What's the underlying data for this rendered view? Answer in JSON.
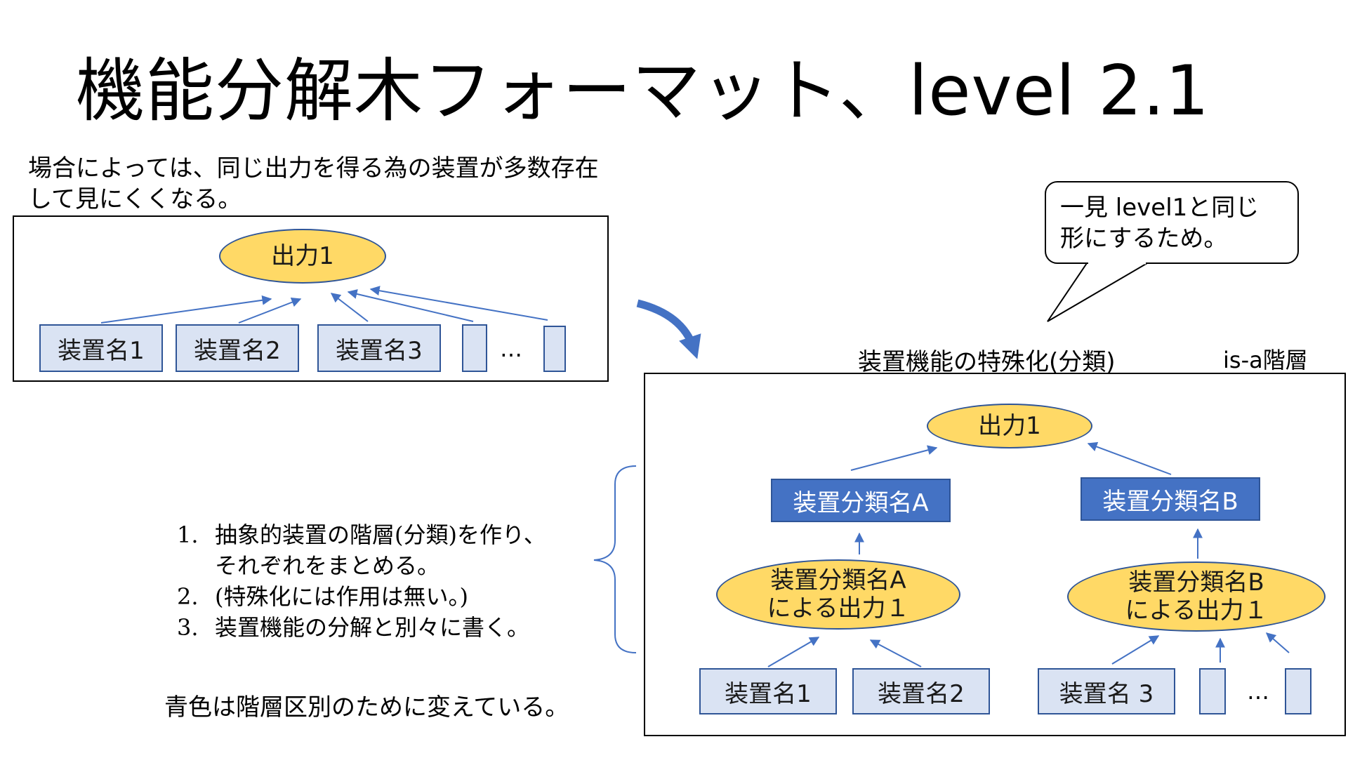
{
  "title": "機能分解木フォーマット、level 2.1",
  "left_note": {
    "line1": "場合によっては、同じ出力を得る為の装置が多数存在",
    "line2": "して見にくくなる。"
  },
  "left_diagram": {
    "output": "出力1",
    "devices": [
      "装置名1",
      "装置名2",
      "装置名3"
    ],
    "ellipsis": "…"
  },
  "callout": {
    "line1": "一見 level1と同じ",
    "line2": "形にするため。"
  },
  "right_heading": "装置機能の特殊化(分類)",
  "right_tag": "is-a階層",
  "right_diagram": {
    "output": "出力1",
    "class_a": "装置分類名A",
    "class_b": "装置分類名B",
    "output_a_line1": "装置分類名A",
    "output_a_line2": "による出力１",
    "output_b_line1": "装置分類名B",
    "output_b_line2": "による出力１",
    "devices": [
      "装置名1",
      "装置名2",
      "装置名 3"
    ],
    "ellipsis": "…"
  },
  "steps": [
    {
      "num": "1.",
      "text1": "抽象的装置の階層(分類)を作り、",
      "text2": "それぞれをまとめる。"
    },
    {
      "num": "2.",
      "text1": "(特殊化には作用は無い。)"
    },
    {
      "num": "3.",
      "text1": " 装置機能の分解と別々に書く。"
    }
  ],
  "bottom_note": "青色は階層区別のために変えている。",
  "colors": {
    "ellipse_fill": "#ffd966",
    "light_box": "#dae3f3",
    "dark_box": "#4472c4",
    "arrow": "#4472c4"
  }
}
